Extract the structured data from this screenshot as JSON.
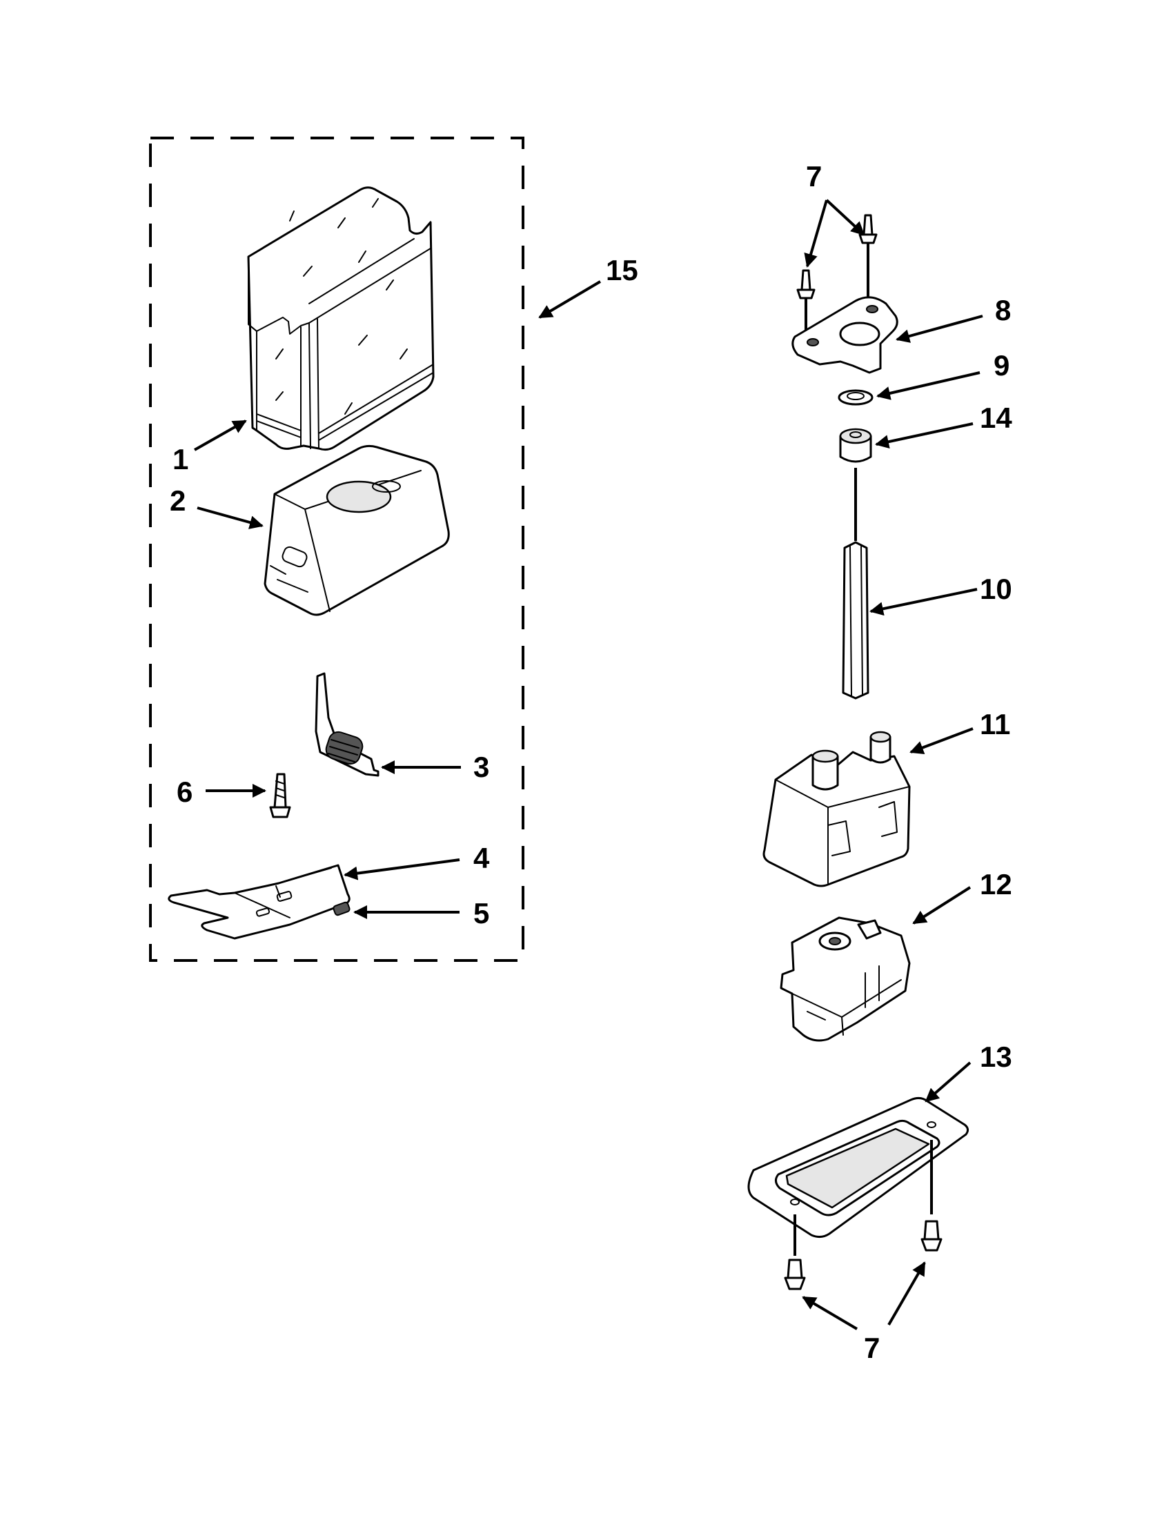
{
  "callouts": {
    "c1": "1",
    "c2": "2",
    "c3": "3",
    "c4": "4",
    "c5": "5",
    "c6": "6",
    "c7_top": "7",
    "c7_bottom": "7",
    "c8": "8",
    "c9": "9",
    "c10": "10",
    "c11": "11",
    "c12": "12",
    "c13": "13",
    "c14": "14",
    "c15": "15"
  },
  "colors": {
    "line": "#000000",
    "background": "#ffffff"
  }
}
